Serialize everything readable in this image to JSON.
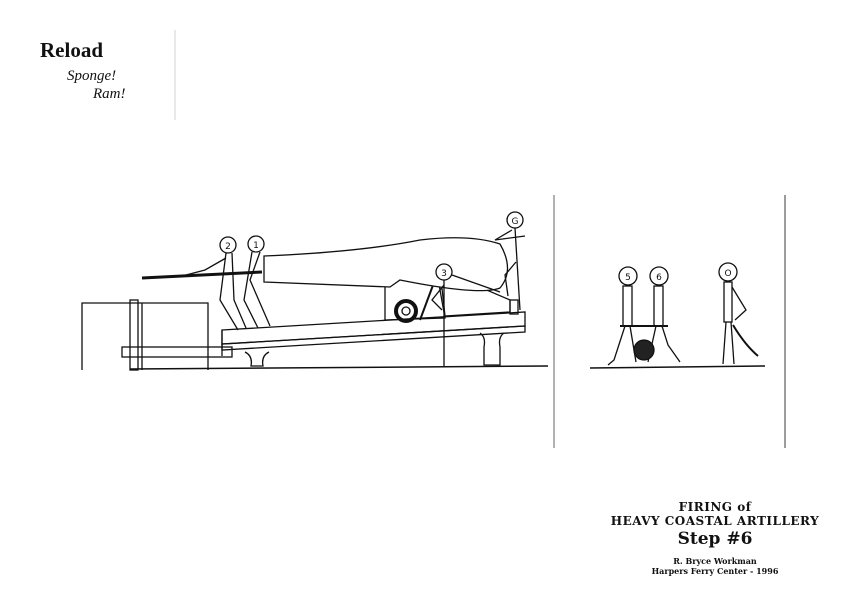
{
  "header": {
    "title": "Reload",
    "commands": [
      "Sponge!",
      "Ram!"
    ]
  },
  "diagram": {
    "crew_labels": {
      "left_scene": [
        "2",
        "1",
        "3",
        "G"
      ],
      "right_scene": [
        "5",
        "6",
        "O"
      ]
    },
    "elements": [
      "cannon-barrel",
      "gun-carriage",
      "traverse-chassis",
      "rammer-staff",
      "projectile"
    ]
  },
  "footer": {
    "line1": "FIRING of",
    "line2": "HEAVY COASTAL ARTILLERY",
    "step": "Step #6",
    "author": "R. Bryce Workman",
    "credit": "Harpers Ferry Center - 1996"
  },
  "colors": {
    "ink": "#111111",
    "background": "#ffffff"
  }
}
